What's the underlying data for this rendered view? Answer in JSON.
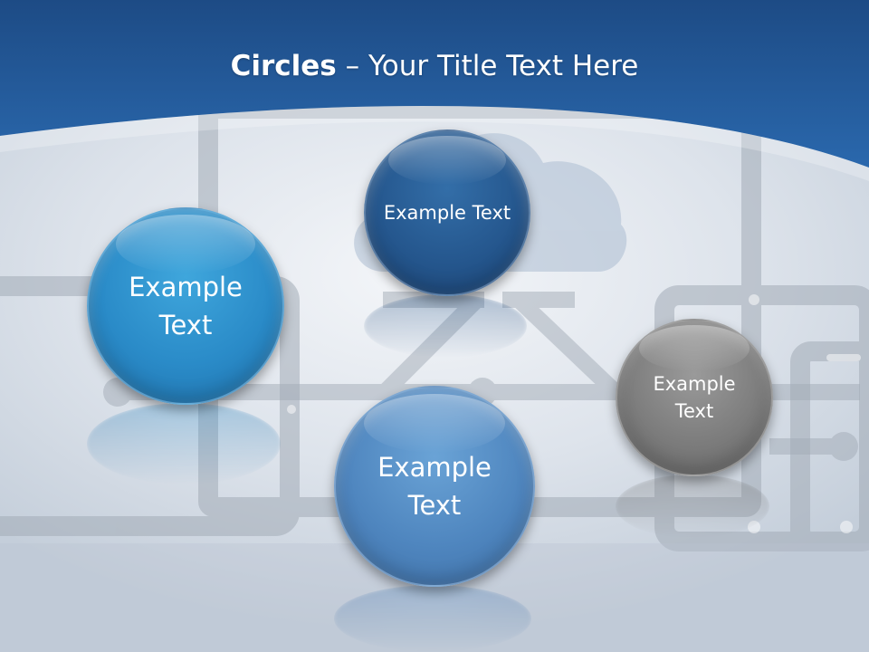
{
  "slide": {
    "title_bold": "Circles",
    "title_rest": " – Your Title Text Here",
    "colors": {
      "header_blue": "#2a65a8",
      "header_dark": "#1d4b85",
      "circle_light_blue": "#2a8bc8",
      "circle_dark_blue": "#25578e",
      "circle_mid_blue": "#4f86bf",
      "circle_gray": "#7c7c7c",
      "illustration_gray": "#9aa3ae"
    },
    "circles": [
      {
        "label": "Example Text",
        "color": "light-blue"
      },
      {
        "label": "Example Text",
        "color": "dark-blue"
      },
      {
        "label": "Example Text",
        "color": "medium-blue"
      },
      {
        "label": "Example Text",
        "color": "gray"
      }
    ],
    "background_icons": [
      "cloud-icon",
      "laptop-icon",
      "tablet-icon",
      "phone-icon",
      "monitor-icon",
      "arrows-icon"
    ]
  }
}
